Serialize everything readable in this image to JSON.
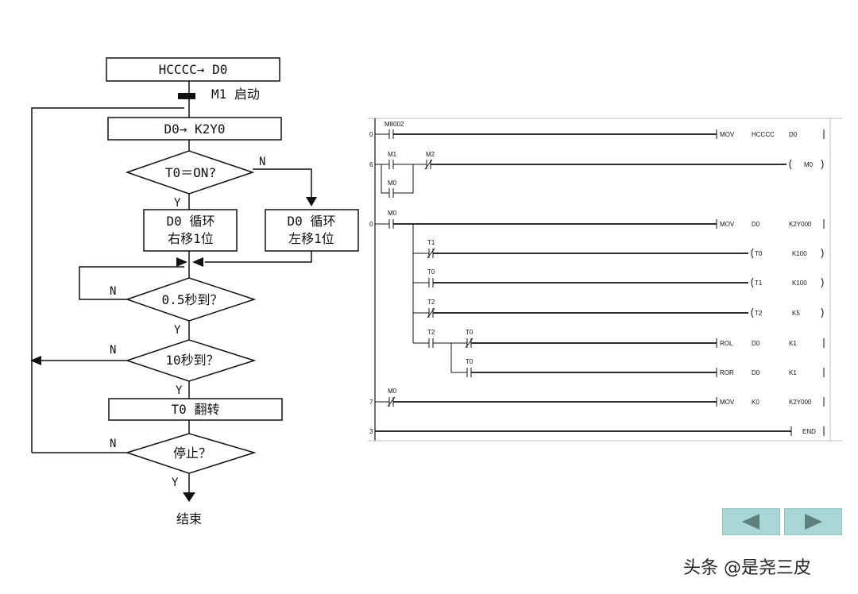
{
  "flowchart": {
    "box_init": "HCCCC→ D0",
    "start_label": "M1 启动",
    "box_move": "D0→ K2Y0",
    "decision_t0": "T0＝ON?",
    "branch_n_t0": "N",
    "branch_y_t0": "Y",
    "box_right_line1": "D0 循环",
    "box_right_line2": "右移1位",
    "box_left_line1": "D0 循环",
    "box_left_line2": "左移1位",
    "decision_05s": "0.5秒到？",
    "branch_n_05s": "N",
    "branch_y_05s": "Y",
    "decision_10s": "10秒到？",
    "branch_n_10s": "N",
    "branch_y_10s": "Y",
    "box_t0_toggle": "T0 翻转",
    "decision_stop": "停止？",
    "branch_n_stop": "N",
    "branch_y_stop": "Y",
    "end_label": "结束"
  },
  "ladder": {
    "rungs": [
      {
        "step": "0",
        "contact1": "M8002",
        "instr": "MOV",
        "op1": "HCCCC",
        "op2": "D0"
      },
      {
        "step": "6",
        "contact1": "M1",
        "contact2": "M2",
        "parallel": "M0",
        "coil": "M0"
      },
      {
        "step": "0",
        "contact1": "M0",
        "instr": "MOV",
        "op1": "D0",
        "op2": "K2Y000"
      },
      {
        "contact1": "T1",
        "instr": "T0",
        "op1": "K100"
      },
      {
        "contact1": "T0",
        "instr": "T1",
        "op1": "K100"
      },
      {
        "contact1": "T2",
        "instr": "T2",
        "op1": "K5"
      },
      {
        "contact1": "T2",
        "contact2": "T0",
        "instr": "ROL",
        "op1": "D0",
        "op2": "K1"
      },
      {
        "contact1": "T0",
        "instr": "ROR",
        "op1": "D0",
        "op2": "K1"
      },
      {
        "step": "7",
        "contact1": "M0",
        "instr": "MOV",
        "op1": "K0",
        "op2": "K2Y000"
      },
      {
        "step": "3",
        "instr": "END"
      }
    ]
  },
  "nav": {
    "prev_icon": "left-arrow-icon",
    "next_icon": "right-arrow-icon"
  },
  "watermark": "头条 @是尧三皮",
  "colors": {
    "line": "#111111",
    "nav": "#a8d7d5",
    "nav_arrow": "#5f7f7f"
  }
}
